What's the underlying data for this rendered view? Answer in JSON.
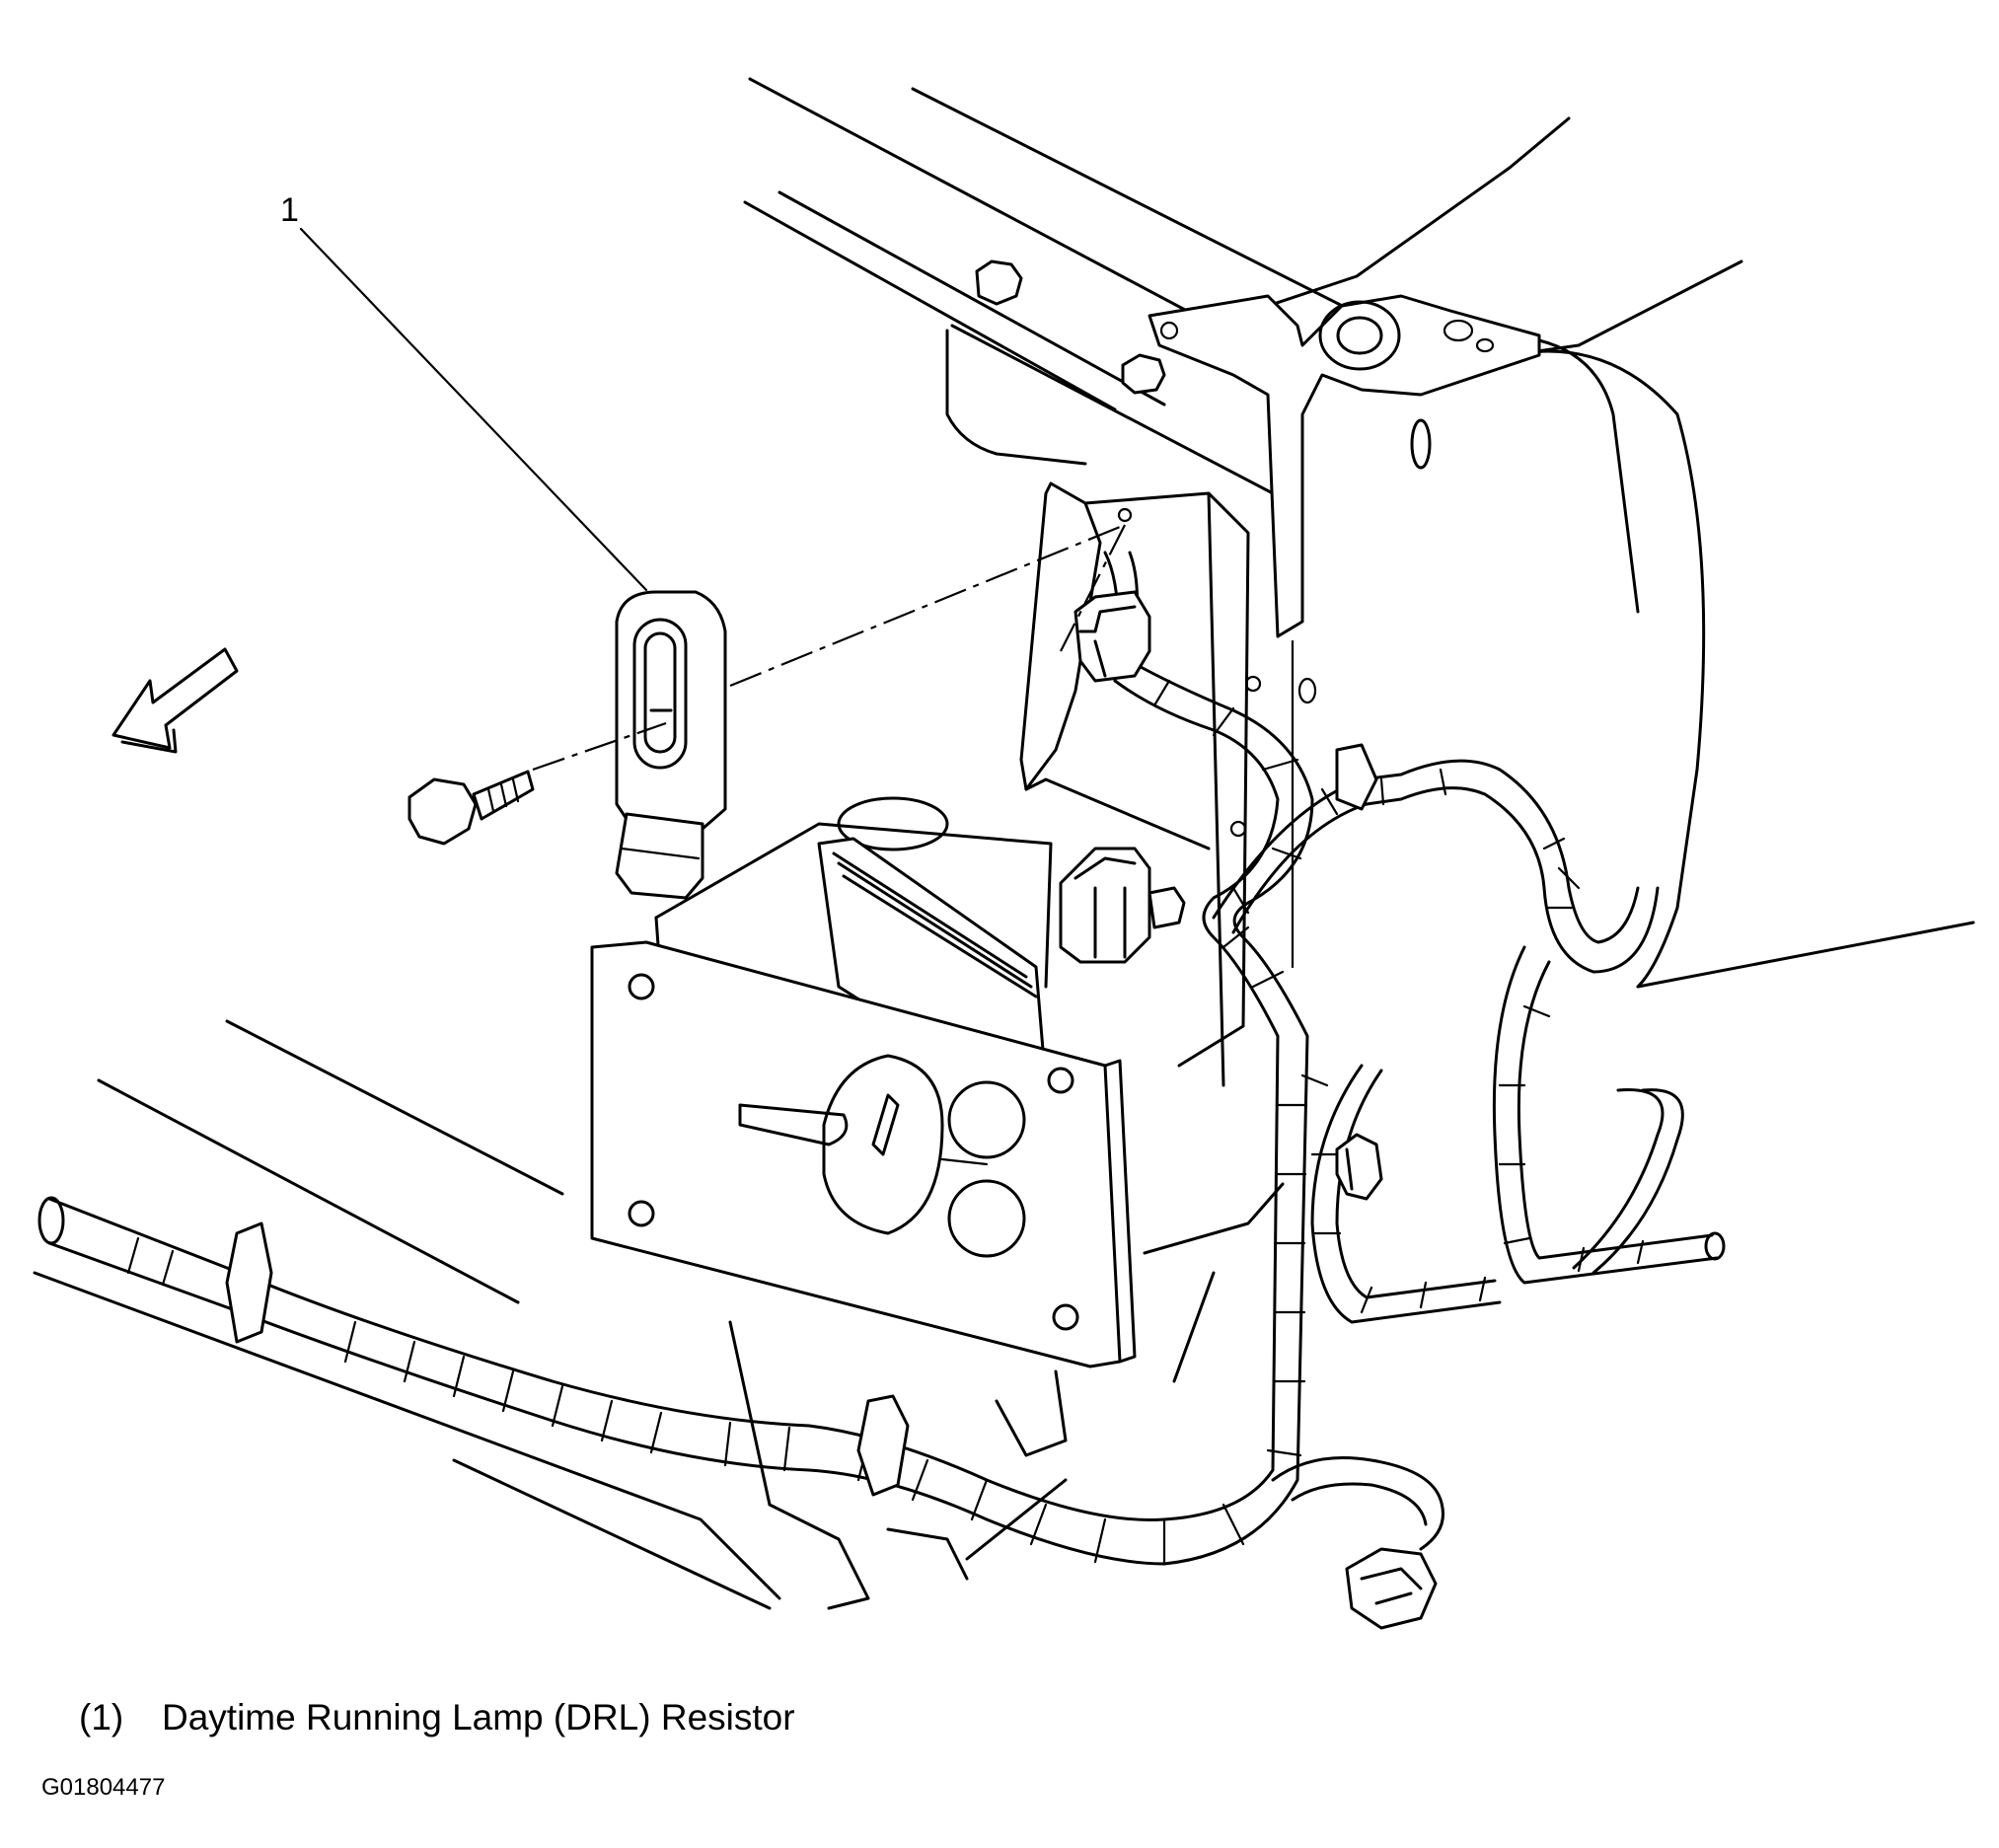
{
  "figure": {
    "callout": "1",
    "legend": [
      {
        "number": "(1)",
        "label": "Daytime Running Lamp (DRL) Resistor"
      }
    ],
    "figure_id": "G01804477"
  },
  "colors": {
    "line": "#000000",
    "background": "#ffffff"
  },
  "icons": [
    "forward-direction-arrow-icon"
  ]
}
